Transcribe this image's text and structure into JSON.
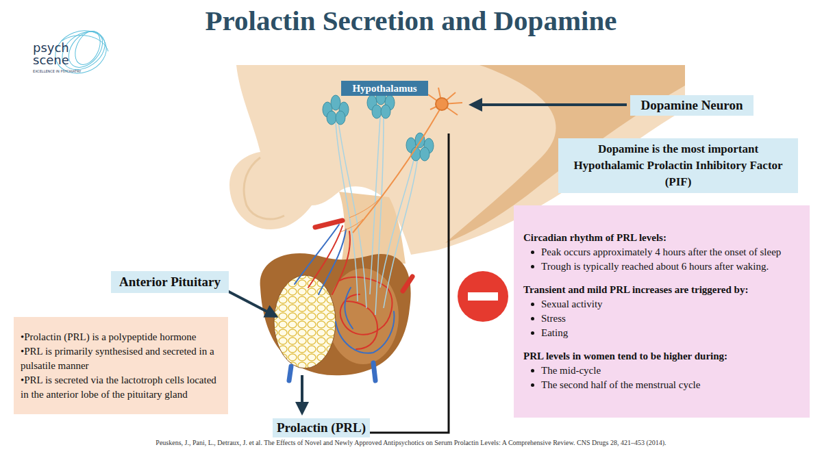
{
  "diagram": {
    "title": "Prolactin Secretion and Dopamine",
    "caption": "Peuskens, J., Pani, L., Detraux, J. et al. The Effects of Novel and Newly Approved Antipsychotics on Serum Prolactin Levels: A Comprehensive Review. CNS Drugs 28, 421–453 (2014).",
    "nodes": [
      {
        "text": [
          "Hypothalamus"
        ]
      },
      {
        "text": [
          "Dopamine Neuron"
        ]
      },
      {
        "text": [
          "Dopamine is the most important Hypothalamic Prolactin Inhibitory Factor (PIF)"
        ]
      },
      {
        "text": [
          "Circadian rhythm of PRL levels:",
          "Peak occurs approximately 4 hours after the onset of sleep",
          "Trough is typically reached about 6 hours after waking.",
          "Transient and mild PRL increases are triggered by:",
          "Sexual activity",
          "Stress",
          "Eating",
          "PRL levels in women tend to be higher during:",
          "The mid-cycle",
          "The second half of the menstrual cycle"
        ]
      },
      {
        "text": [
          "Anterior Pituitary"
        ]
      },
      {
        "text": [
          "•Prolactin (PRL) is a polypeptide hormone",
          "•PRL is primarily synthesised and secreted in a pulsatile manner",
          "•PRL is secreted via the lactotroph cells located in the anterior lobe of the pituitary gland"
        ]
      },
      {
        "text": [
          "Prolactin (PRL)"
        ]
      }
    ],
    "labels": [
      "psych",
      "scene",
      "EXCELLENCE IN PSYCHIATRY"
    ]
  }
}
